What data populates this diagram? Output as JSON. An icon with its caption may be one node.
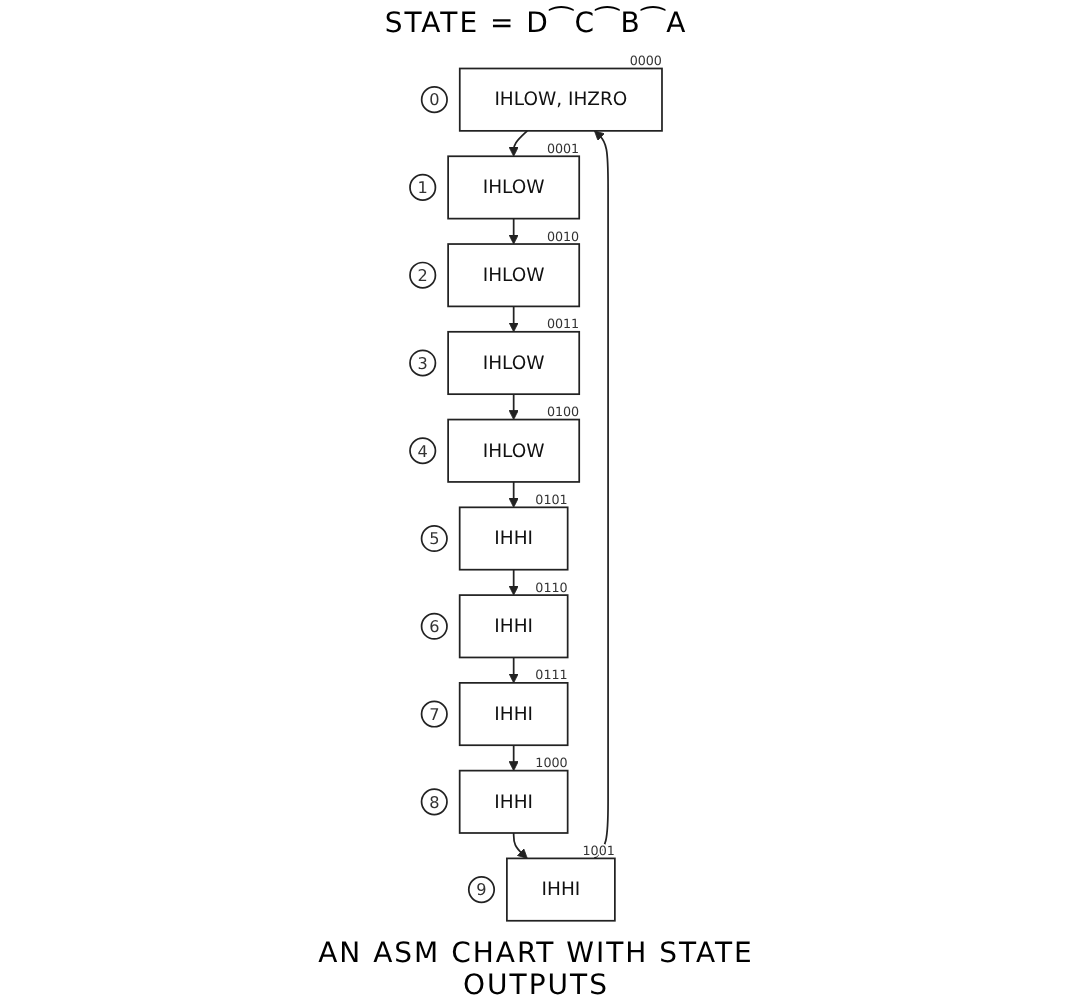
{
  "diagram": {
    "title": "STATE = D⁀C⁀B⁀A",
    "caption": "AN ASM CHART WITH STATE OUTPUTS",
    "nodes": [
      {
        "text": [
          "IHLOW, IHZRO"
        ],
        "beside": [
          "0",
          "0000"
        ]
      },
      {
        "text": [
          "IHLOW"
        ],
        "beside": [
          "1",
          "0001"
        ]
      },
      {
        "text": [
          "IHLOW"
        ],
        "beside": [
          "2",
          "0010"
        ]
      },
      {
        "text": [
          "IHLOW"
        ],
        "beside": [
          "3",
          "0011"
        ]
      },
      {
        "text": [
          "IHLOW"
        ],
        "beside": [
          "4",
          "0100"
        ]
      },
      {
        "text": [
          "IHHI"
        ],
        "beside": [
          "5",
          "0101"
        ]
      },
      {
        "text": [
          "IHHI"
        ],
        "beside": [
          "6",
          "0110"
        ]
      },
      {
        "text": [
          "IHHI"
        ],
        "beside": [
          "7",
          "0111"
        ]
      },
      {
        "text": [
          "IHHI"
        ],
        "beside": [
          "8",
          "1000"
        ]
      },
      {
        "text": [
          "IHHI"
        ],
        "beside": [
          "9",
          "1001"
        ]
      }
    ],
    "edges": [
      {
        "from": 0,
        "to": 1,
        "arrow": "to"
      },
      {
        "from": 1,
        "to": 2,
        "arrow": "to"
      },
      {
        "from": 2,
        "to": 3,
        "arrow": "to"
      },
      {
        "from": 3,
        "to": 4,
        "arrow": "to"
      },
      {
        "from": 4,
        "to": 5,
        "arrow": "to"
      },
      {
        "from": 5,
        "to": 6,
        "arrow": "to"
      },
      {
        "from": 6,
        "to": 7,
        "arrow": "to"
      },
      {
        "from": 7,
        "to": 8,
        "arrow": "to"
      },
      {
        "from": 8,
        "to": 9,
        "arrow": "to"
      },
      {
        "from": 9,
        "to": 0,
        "arrow": "to"
      }
    ]
  }
}
